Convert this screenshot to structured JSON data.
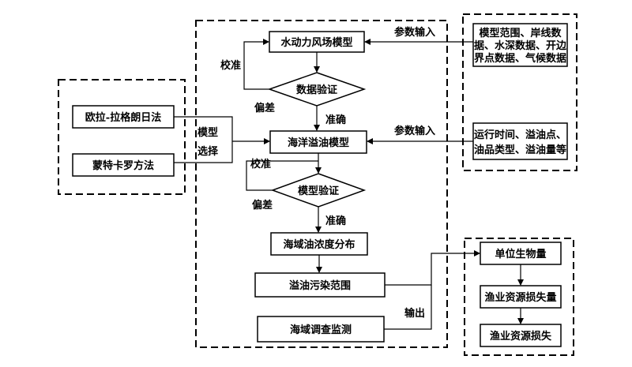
{
  "nodes": {
    "hydro_model": "水动力风场模型",
    "data_validation": "数据验证",
    "oil_spill_model": "海洋溢油模型",
    "model_validation": "模型验证",
    "oil_concentration": "海域油浓度分布",
    "pollution_range": "溢油污染范围",
    "survey_monitoring": "海域调查监测",
    "euler_lagrange": "欧拉-拉格朗日法",
    "monte_carlo": "蒙特卡罗方法",
    "params_env": [
      "模型范围、岸线数",
      "据、水深数据、开边",
      "界点数据、气候数据"
    ],
    "params_spill": [
      "运行时间、溢油点、",
      "油品类型、溢油量等"
    ],
    "unit_biomass": "单位生物量",
    "fishery_loss_amount": "渔业资源损失量",
    "fishery_loss": "渔业资源损失"
  },
  "edge_labels": {
    "calibrate_1": "校准",
    "deviation_1": "偏差",
    "accurate_1": "准确",
    "param_input_1": "参数输入",
    "param_input_2": "参数输入",
    "calibrate_2": "校准",
    "deviation_2": "偏差",
    "accurate_2": "准确",
    "model_select_1": "模型",
    "model_select_2": "选择",
    "output": "输出"
  }
}
